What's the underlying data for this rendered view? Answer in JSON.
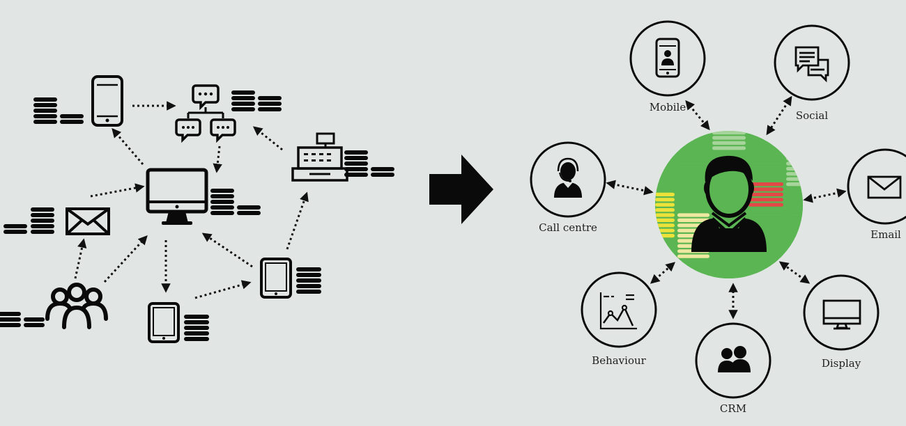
{
  "colors": {
    "background": "#e1e6e4",
    "ink": "#0a0a0a",
    "green": "#5ab552",
    "light_green": "#a6d49b",
    "yellow": "#ece23a",
    "light_yellow": "#efe8a0",
    "red": "#e24848"
  },
  "right_diagram": {
    "channels": [
      {
        "id": "mobile",
        "label": "Mobile",
        "icon": "smartphone-icon"
      },
      {
        "id": "social",
        "label": "Social",
        "icon": "chat-bubbles-icon"
      },
      {
        "id": "email",
        "label": "Email",
        "icon": "envelope-icon"
      },
      {
        "id": "call-centre",
        "label": "Call centre",
        "icon": "headset-agent-icon"
      },
      {
        "id": "behaviour",
        "label": "Behaviour",
        "icon": "analytics-chart-icon"
      },
      {
        "id": "crm",
        "label": "CRM",
        "icon": "people-icon"
      },
      {
        "id": "display",
        "label": "Display",
        "icon": "monitor-icon"
      }
    ],
    "center": {
      "icon": "customer-profile-icon"
    }
  },
  "left_diagram": {
    "nodes": [
      {
        "id": "desktop",
        "icon": "desktop-monitor-icon"
      },
      {
        "id": "phone",
        "icon": "smartphone-icon"
      },
      {
        "id": "chat-network",
        "icon": "chat-network-icon"
      },
      {
        "id": "register",
        "icon": "cash-register-icon"
      },
      {
        "id": "mail",
        "icon": "envelope-icon"
      },
      {
        "id": "group",
        "icon": "user-group-icon"
      },
      {
        "id": "tablet-bottom",
        "icon": "tablet-icon"
      },
      {
        "id": "tablet-right",
        "icon": "tablet-icon"
      }
    ]
  },
  "transition_arrow": {
    "icon": "right-arrow-icon"
  }
}
